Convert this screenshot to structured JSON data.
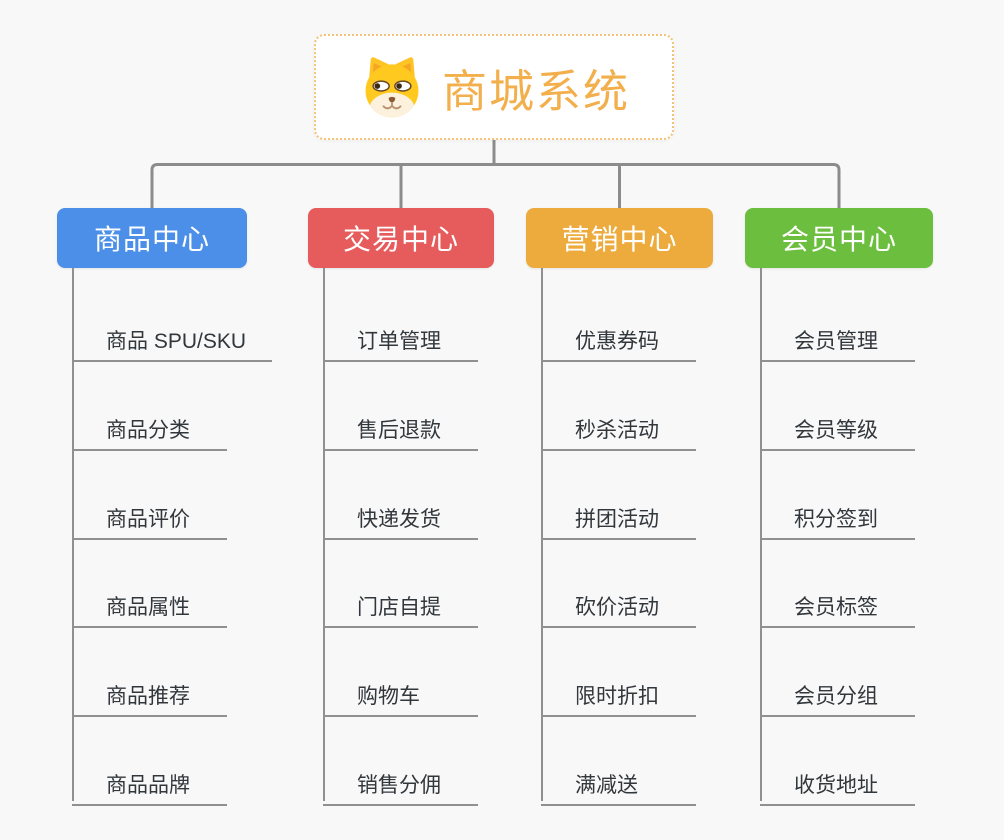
{
  "canvas": {
    "background": "#f8f8f8",
    "connector_color": "#8c8c8c",
    "leaf_line_color": "#909090"
  },
  "root": {
    "label": "商城系统",
    "text_color": "#f2af4b",
    "border_color": "#f3c274",
    "icon": "dog-face-icon"
  },
  "branches": [
    {
      "label": "商品中心",
      "color": "#4b8fe8",
      "children": [
        "商品 SPU/SKU",
        "商品分类",
        "商品评价",
        "商品属性",
        "商品推荐",
        "商品品牌"
      ]
    },
    {
      "label": "交易中心",
      "color": "#e65c5c",
      "children": [
        "订单管理",
        "售后退款",
        "快递发货",
        "门店自提",
        "购物车",
        "销售分佣"
      ]
    },
    {
      "label": "营销中心",
      "color": "#edab3d",
      "children": [
        "优惠券码",
        "秒杀活动",
        "拼团活动",
        "砍价活动",
        "限时折扣",
        "满减送"
      ]
    },
    {
      "label": "会员中心",
      "color": "#6cbe3f",
      "children": [
        "会员管理",
        "会员等级",
        "积分签到",
        "会员标签",
        "会员分组",
        "收货地址"
      ]
    }
  ]
}
